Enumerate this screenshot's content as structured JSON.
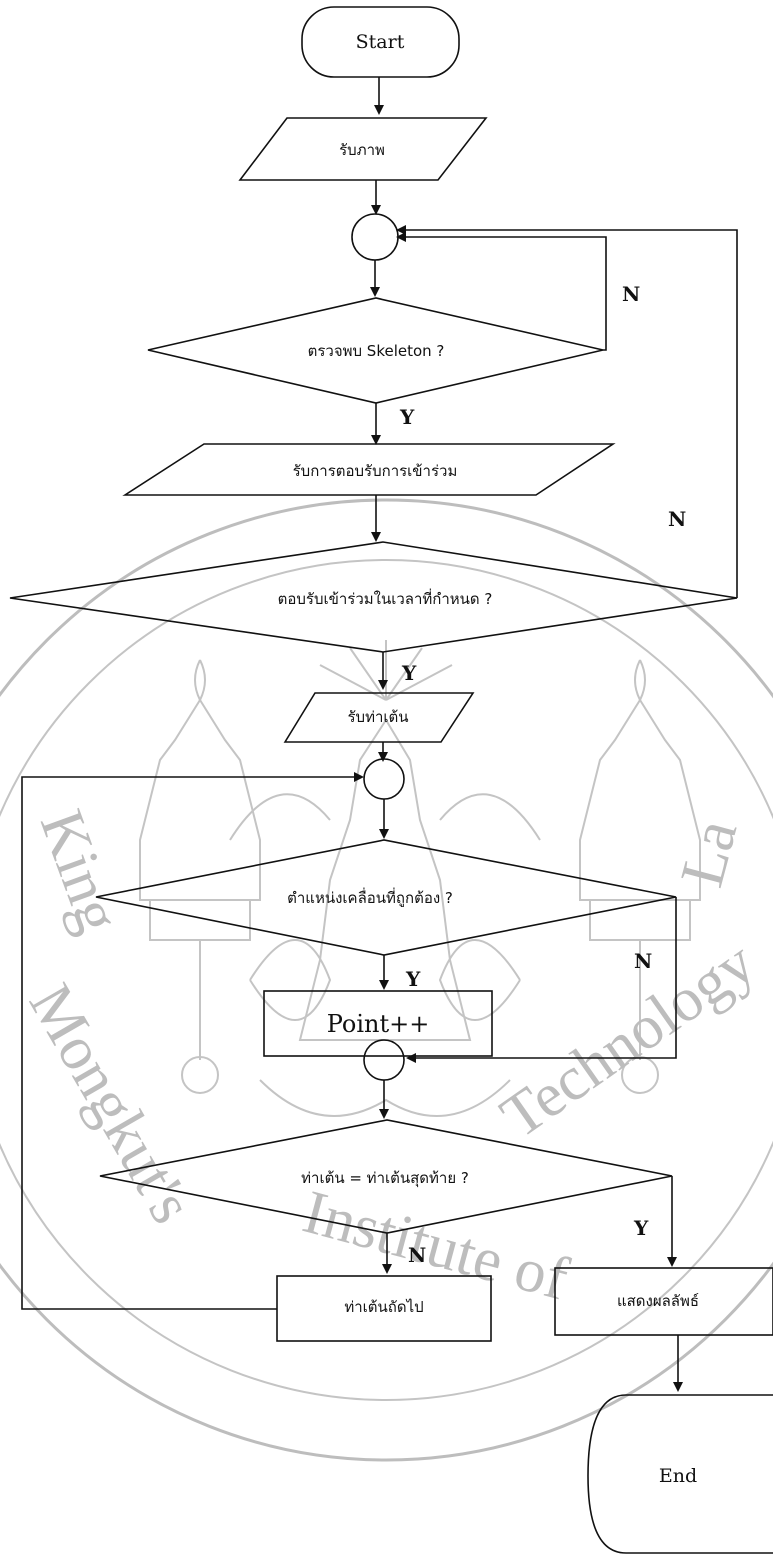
{
  "flowchart": {
    "start": "Start",
    "receive_image": "รับภาพ",
    "detect_skeleton": "ตรวจพบ Skeleton ?",
    "receive_response": "รับการตอบรับการเข้าร่วม",
    "accept_in_time": "ตอบรับเข้าร่วมในเวลาที่กำหนด ?",
    "receive_pose": "รับท่าเต้น",
    "position_correct": "ตำแหน่งเคลื่อนที่ถูกต้อง ?",
    "point_increment": "Point++",
    "pose_is_last": "ท่าเต้น = ท่าเต้นสุดท้าย ?",
    "next_pose": "ท่าเต้นถัดไป",
    "show_result": "แสดงผลลัพธ์",
    "end": "End"
  },
  "branch_labels": {
    "yes": "Y",
    "no": "N"
  },
  "watermark": {
    "text": "King Mongkut's Institute of Technology La"
  }
}
